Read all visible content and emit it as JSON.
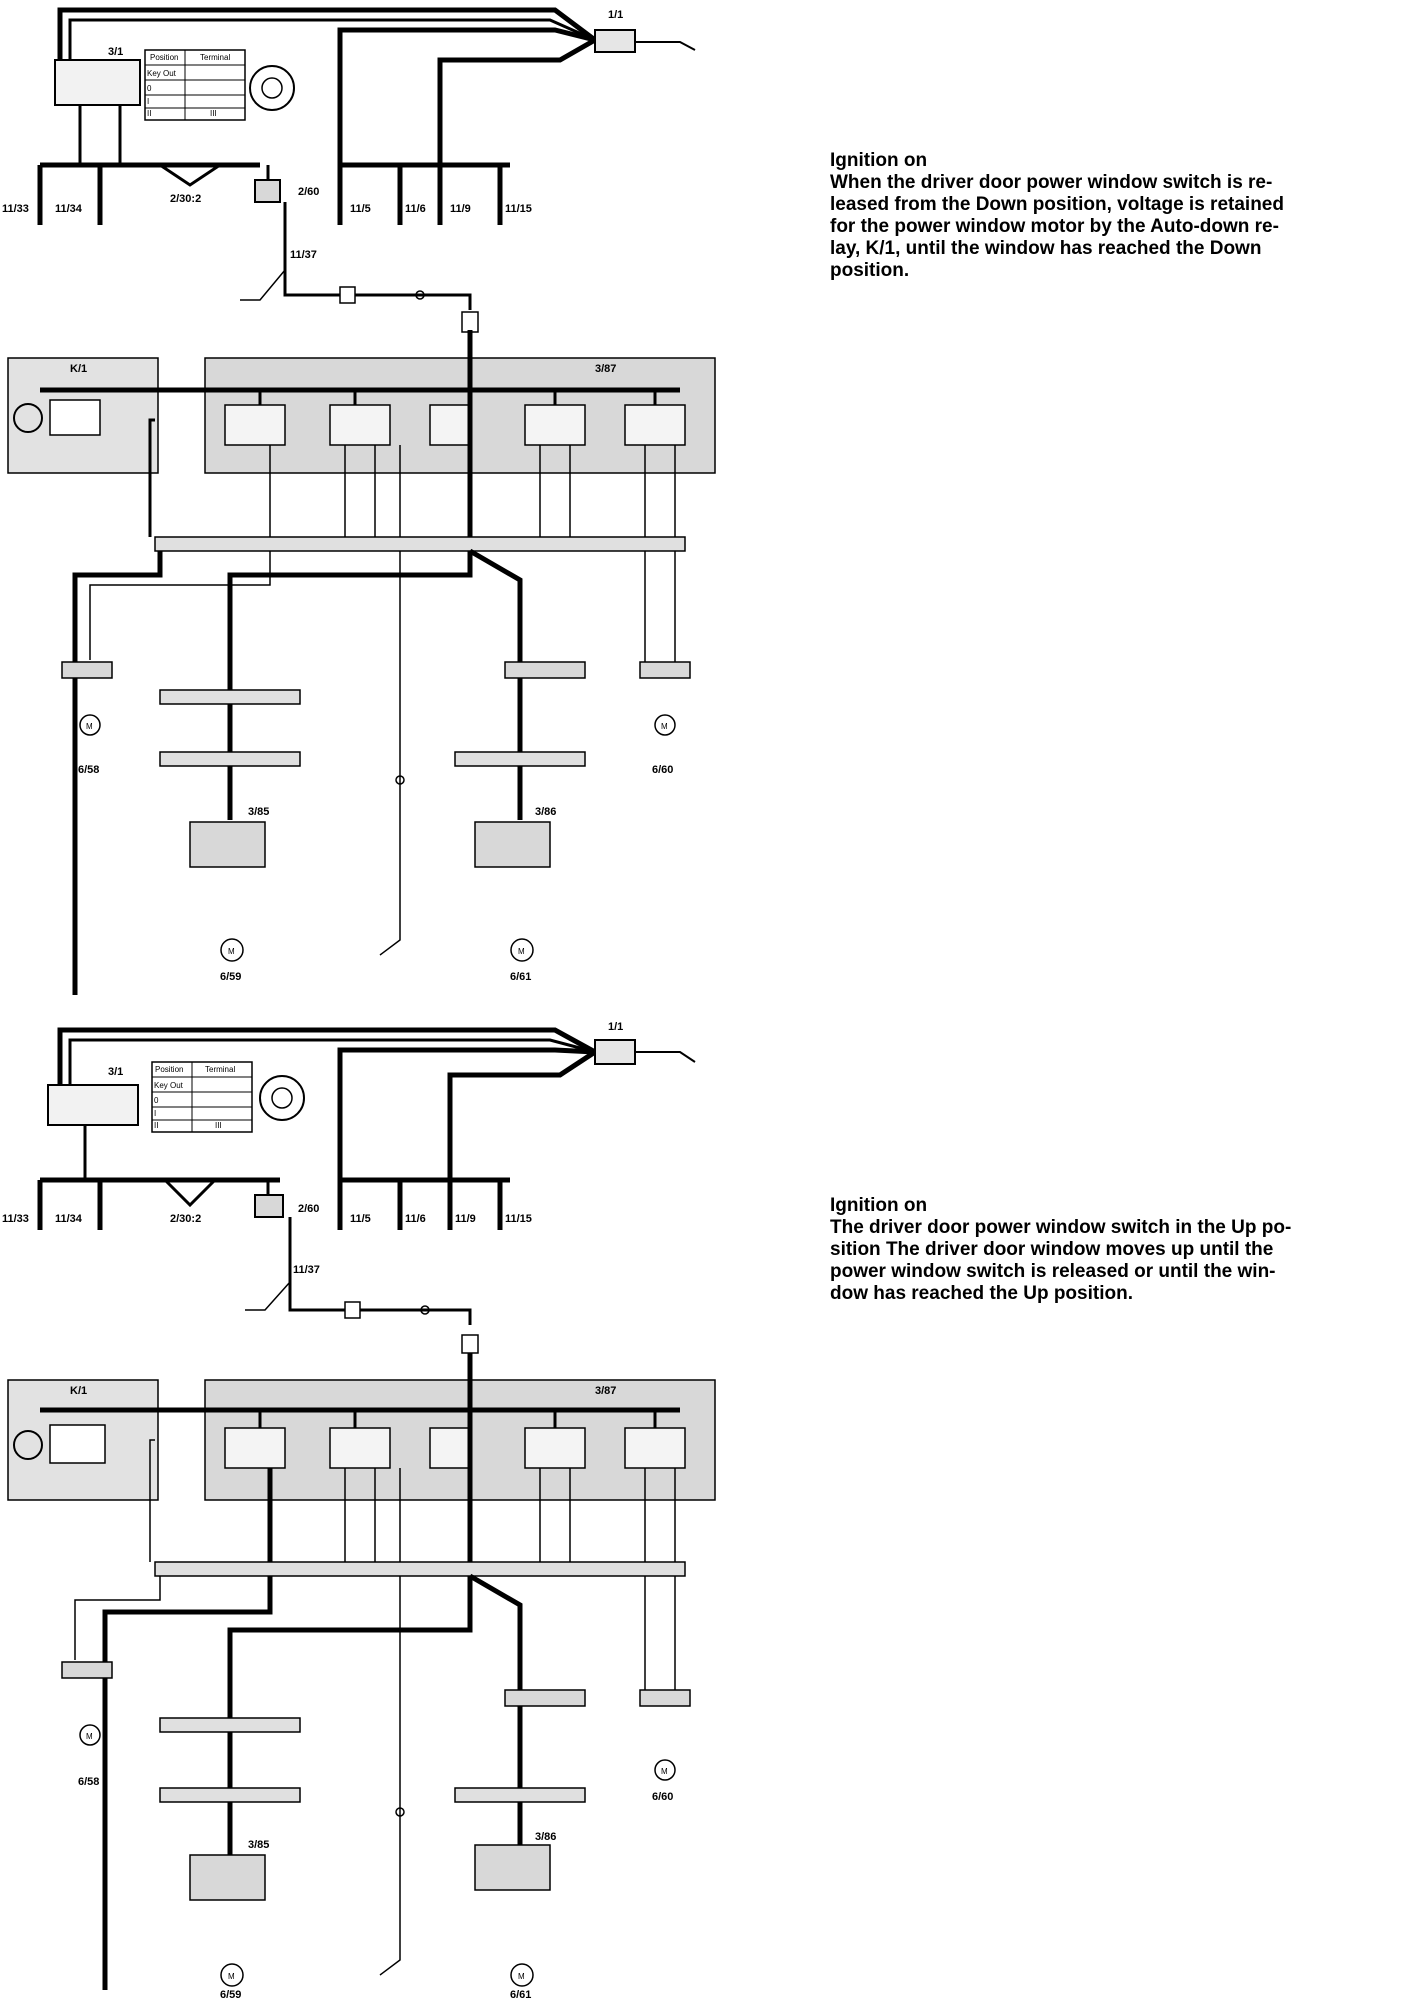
{
  "diagrams": [
    {
      "caption_title": "Ignition on",
      "caption_lines": [
        "When the driver door power window switch is re-",
        "leased from the Down position, voltage is retained",
        "for the power window motor by the Auto-down re-",
        "lay, K/1, until the window has reached the Down",
        "position."
      ],
      "labels": {
        "fuse_box": "1/1",
        "ignition_switch": "3/1",
        "panel_position": "Position",
        "panel_terminal": "Terminal",
        "panel_rows": [
          "Key Out",
          "0",
          "I",
          "II",
          "III"
        ],
        "conn_11_33": "11/33",
        "conn_11_34": "11/34",
        "splice_2_30_2": "2/30:2",
        "conn_2_60": "2/60",
        "conn_11_5": "11/5",
        "conn_11_6": "11/6",
        "conn_11_9": "11/9",
        "conn_11_15": "11/15",
        "conn_11_37": "11/37",
        "relay_k1": "K/1",
        "switch_module": "3/87",
        "motor_left_front": "6/58",
        "motor_right_front": "6/60",
        "switch_left_rear": "3/85",
        "switch_right_rear": "3/86",
        "motor_left_rear": "6/59",
        "motor_right_rear": "6/61",
        "motor_symbol": "M"
      }
    },
    {
      "caption_title": "Ignition on",
      "caption_lines": [
        "The driver door power window switch in the Up po-",
        "sition The driver door window moves up until the",
        "power window switch is released or until the win-",
        "dow has reached the Up position."
      ],
      "labels": {
        "fuse_box": "1/1",
        "ignition_switch": "3/1",
        "panel_position": "Position",
        "panel_terminal": "Terminal",
        "panel_rows": [
          "Key Out",
          "0",
          "I",
          "II",
          "III"
        ],
        "conn_11_33": "11/33",
        "conn_11_34": "11/34",
        "splice_2_30_2": "2/30:2",
        "conn_2_60": "2/60",
        "conn_11_5": "11/5",
        "conn_11_6": "11/6",
        "conn_11_9": "11/9",
        "conn_11_15": "11/15",
        "conn_11_37": "11/37",
        "relay_k1": "K/1",
        "switch_module": "3/87",
        "motor_left_front": "6/58",
        "motor_right_front": "6/60",
        "switch_left_rear": "3/85",
        "switch_right_rear": "3/86",
        "motor_left_rear": "6/59",
        "motor_right_rear": "6/61",
        "motor_symbol": "M"
      }
    }
  ],
  "colors": {
    "wire": "#000000",
    "panel_fill": "#d8d8d8",
    "background": "#ffffff"
  }
}
